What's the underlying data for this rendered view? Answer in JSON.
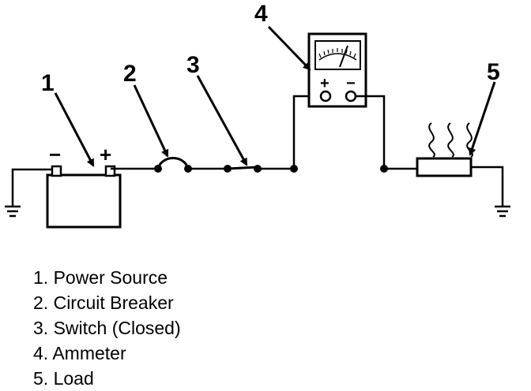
{
  "callouts": [
    "1",
    "2",
    "3",
    "4",
    "5"
  ],
  "battery": {
    "negative_sign": "−",
    "positive_sign": "+"
  },
  "ammeter": {
    "positive_sign": "+",
    "negative_sign": "−"
  },
  "legend": [
    {
      "number": "1.",
      "label": "Power Source"
    },
    {
      "number": "2.",
      "label": "Circuit Breaker"
    },
    {
      "number": "3.",
      "label": "Switch (Closed)"
    },
    {
      "number": "4.",
      "label": "Ammeter"
    },
    {
      "number": "5.",
      "label": "Load"
    }
  ]
}
